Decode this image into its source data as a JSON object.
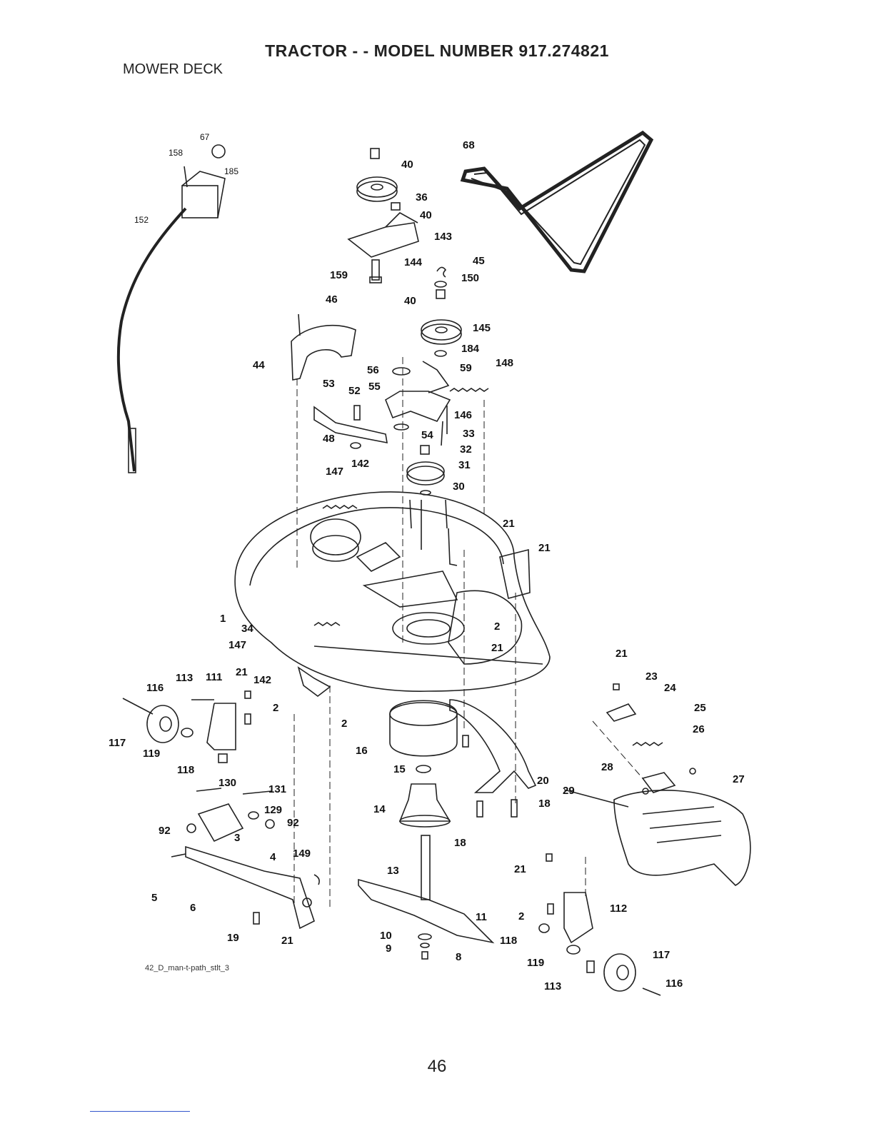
{
  "title": "TRACTOR - - MODEL NUMBER 917.274821",
  "section": "MOWER DECK",
  "reference": "42_D_man-t-path_stlt_3",
  "page_number": "46",
  "callouts": [
    {
      "id": "c67",
      "text": "67"
    },
    {
      "id": "c158",
      "text": "158"
    },
    {
      "id": "c185",
      "text": "185"
    },
    {
      "id": "c152",
      "text": "152"
    },
    {
      "id": "c40a",
      "text": "40"
    },
    {
      "id": "c36",
      "text": "36"
    },
    {
      "id": "c40b",
      "text": "40"
    },
    {
      "id": "c143",
      "text": "143"
    },
    {
      "id": "c144",
      "text": "144"
    },
    {
      "id": "c159",
      "text": "159"
    },
    {
      "id": "c45",
      "text": "45"
    },
    {
      "id": "c150",
      "text": "150"
    },
    {
      "id": "c40c",
      "text": "40"
    },
    {
      "id": "c68",
      "text": "68"
    },
    {
      "id": "c46",
      "text": "46"
    },
    {
      "id": "c44",
      "text": "44"
    },
    {
      "id": "c145",
      "text": "145"
    },
    {
      "id": "c184",
      "text": "184"
    },
    {
      "id": "c56",
      "text": "56"
    },
    {
      "id": "c59",
      "text": "59"
    },
    {
      "id": "c148",
      "text": "148"
    },
    {
      "id": "c53",
      "text": "53"
    },
    {
      "id": "c52",
      "text": "52"
    },
    {
      "id": "c55",
      "text": "55"
    },
    {
      "id": "c146",
      "text": "146"
    },
    {
      "id": "c48",
      "text": "48"
    },
    {
      "id": "c54",
      "text": "54"
    },
    {
      "id": "c33",
      "text": "33"
    },
    {
      "id": "c32",
      "text": "32"
    },
    {
      "id": "c147a",
      "text": "147"
    },
    {
      "id": "c142a",
      "text": "142"
    },
    {
      "id": "c31",
      "text": "31"
    },
    {
      "id": "c30",
      "text": "30"
    },
    {
      "id": "c21a",
      "text": "21"
    },
    {
      "id": "c21b",
      "text": "21"
    },
    {
      "id": "c1",
      "text": "1"
    },
    {
      "id": "c34",
      "text": "34"
    },
    {
      "id": "c147b",
      "text": "147"
    },
    {
      "id": "c2a",
      "text": "2"
    },
    {
      "id": "c21c",
      "text": "21"
    },
    {
      "id": "c21d",
      "text": "21"
    },
    {
      "id": "c23",
      "text": "23"
    },
    {
      "id": "c24",
      "text": "24"
    },
    {
      "id": "c25",
      "text": "25"
    },
    {
      "id": "c26",
      "text": "26"
    },
    {
      "id": "c116a",
      "text": "116"
    },
    {
      "id": "c113a",
      "text": "113"
    },
    {
      "id": "c111",
      "text": "111"
    },
    {
      "id": "c21e",
      "text": "21"
    },
    {
      "id": "c142b",
      "text": "142"
    },
    {
      "id": "c2b",
      "text": "2"
    },
    {
      "id": "c2c",
      "text": "2"
    },
    {
      "id": "c117a",
      "text": "117"
    },
    {
      "id": "c119a",
      "text": "119"
    },
    {
      "id": "c16",
      "text": "16"
    },
    {
      "id": "c118a",
      "text": "118"
    },
    {
      "id": "c15",
      "text": "15"
    },
    {
      "id": "c20",
      "text": "20"
    },
    {
      "id": "c28",
      "text": "28"
    },
    {
      "id": "c27",
      "text": "27"
    },
    {
      "id": "c29",
      "text": "29"
    },
    {
      "id": "c130",
      "text": "130"
    },
    {
      "id": "c131",
      "text": "131"
    },
    {
      "id": "c14",
      "text": "14"
    },
    {
      "id": "c18a",
      "text": "18"
    },
    {
      "id": "c129",
      "text": "129"
    },
    {
      "id": "c92a",
      "text": "92"
    },
    {
      "id": "c92b",
      "text": "92"
    },
    {
      "id": "c3",
      "text": "3"
    },
    {
      "id": "c18b",
      "text": "18"
    },
    {
      "id": "c4",
      "text": "4"
    },
    {
      "id": "c149",
      "text": "149"
    },
    {
      "id": "c13",
      "text": "13"
    },
    {
      "id": "c21f",
      "text": "21"
    },
    {
      "id": "c5",
      "text": "5"
    },
    {
      "id": "c6",
      "text": "6"
    },
    {
      "id": "c112",
      "text": "112"
    },
    {
      "id": "c11",
      "text": "11"
    },
    {
      "id": "c2d",
      "text": "2"
    },
    {
      "id": "c19",
      "text": "19"
    },
    {
      "id": "c21g",
      "text": "21"
    },
    {
      "id": "c10",
      "text": "10"
    },
    {
      "id": "c118b",
      "text": "118"
    },
    {
      "id": "c9",
      "text": "9"
    },
    {
      "id": "c8",
      "text": "8"
    },
    {
      "id": "c117b",
      "text": "117"
    },
    {
      "id": "c119b",
      "text": "119"
    },
    {
      "id": "c113b",
      "text": "113"
    },
    {
      "id": "c116b",
      "text": "116"
    }
  ]
}
